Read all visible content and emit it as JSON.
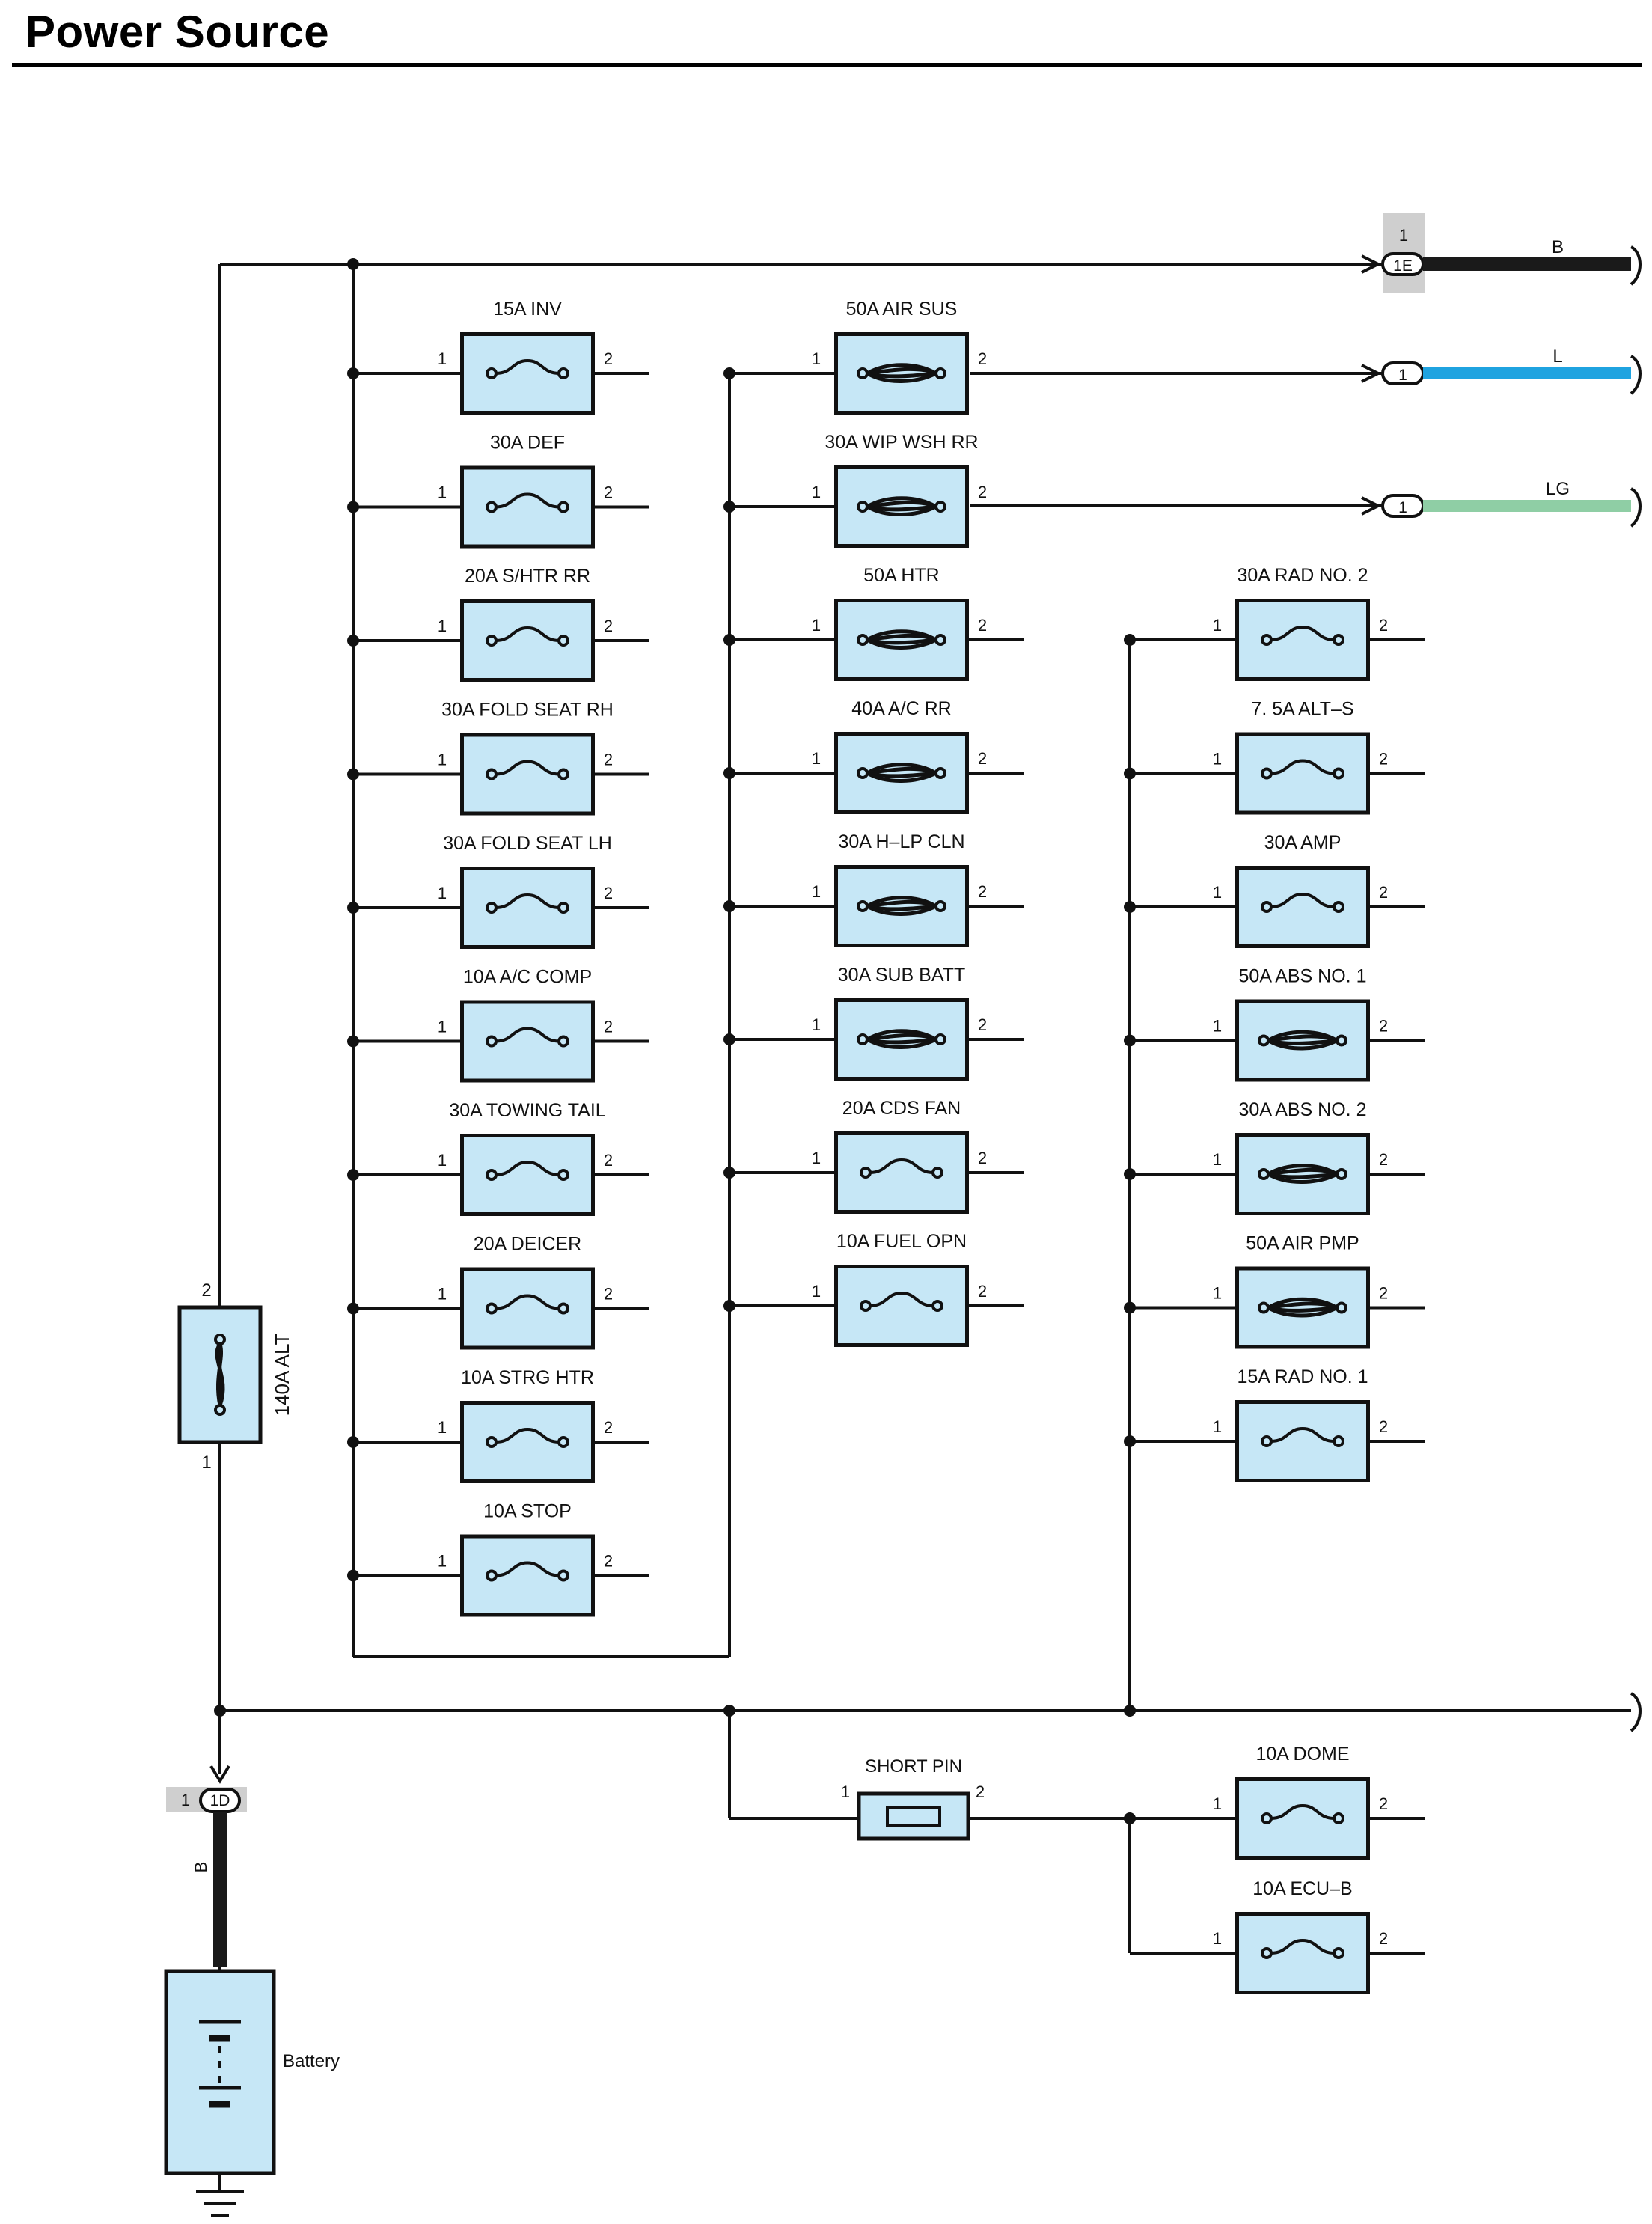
{
  "title": "Power Source",
  "colors": {
    "fuse_fill": "#c6e7f6",
    "wire_B": "#1a1a1a",
    "wire_L": "#1fa3e0",
    "wire_LG": "#8fcea5",
    "connector_highlight": "#cfcfcf"
  },
  "pin_labels": {
    "in": "1",
    "out": "2"
  },
  "fuse_column_1": [
    {
      "label": "15A INV",
      "type": "standard"
    },
    {
      "label": "30A DEF",
      "type": "standard"
    },
    {
      "label": "20A S/HTR RR",
      "type": "standard"
    },
    {
      "label": "30A FOLD SEAT RH",
      "type": "standard"
    },
    {
      "label": "30A FOLD SEAT LH",
      "type": "standard"
    },
    {
      "label": "10A A/C COMP",
      "type": "standard"
    },
    {
      "label": "30A TOWING TAIL",
      "type": "standard"
    },
    {
      "label": "20A DEICER",
      "type": "standard"
    },
    {
      "label": "10A STRG HTR",
      "type": "standard"
    },
    {
      "label": "10A STOP",
      "type": "standard"
    }
  ],
  "fuse_column_2": [
    {
      "label": "50A AIR SUS",
      "type": "fusible-link"
    },
    {
      "label": "30A WIP WSH RR",
      "type": "fusible-link"
    },
    {
      "label": "50A HTR",
      "type": "fusible-link"
    },
    {
      "label": "40A A/C RR",
      "type": "fusible-link"
    },
    {
      "label": "30A H–LP CLN",
      "type": "fusible-link"
    },
    {
      "label": "30A SUB BATT",
      "type": "fusible-link"
    },
    {
      "label": "20A CDS FAN",
      "type": "standard"
    },
    {
      "label": "10A FUEL OPN",
      "type": "standard"
    }
  ],
  "fuse_column_3": [
    {
      "label": "30A RAD NO. 2",
      "type": "standard"
    },
    {
      "label": "7. 5A ALT–S",
      "type": "standard"
    },
    {
      "label": "30A AMP",
      "type": "standard"
    },
    {
      "label": "50A ABS NO. 1",
      "type": "fusible-link"
    },
    {
      "label": "30A ABS NO. 2",
      "type": "fusible-link"
    },
    {
      "label": "50A AIR PMP",
      "type": "fusible-link"
    },
    {
      "label": "15A RAD NO. 1",
      "type": "standard"
    }
  ],
  "fuse_column_4": [
    {
      "label": "10A DOME",
      "type": "standard"
    },
    {
      "label": "10A ECU–B",
      "type": "standard"
    }
  ],
  "short_pin": {
    "label": "SHORT PIN"
  },
  "alt_fusible_link": {
    "label": "140A ALT",
    "pin_top": "2",
    "pin_bottom": "1"
  },
  "connectors": {
    "top_1E": {
      "pin": "1",
      "id": "1E",
      "wire": "B"
    },
    "right_L": {
      "id": "1",
      "wire": "L"
    },
    "right_LG": {
      "id": "1",
      "wire": "LG"
    },
    "bottom_1D": {
      "pin": "1",
      "id": "1D",
      "wire": "B"
    }
  },
  "battery": {
    "label": "Battery"
  }
}
